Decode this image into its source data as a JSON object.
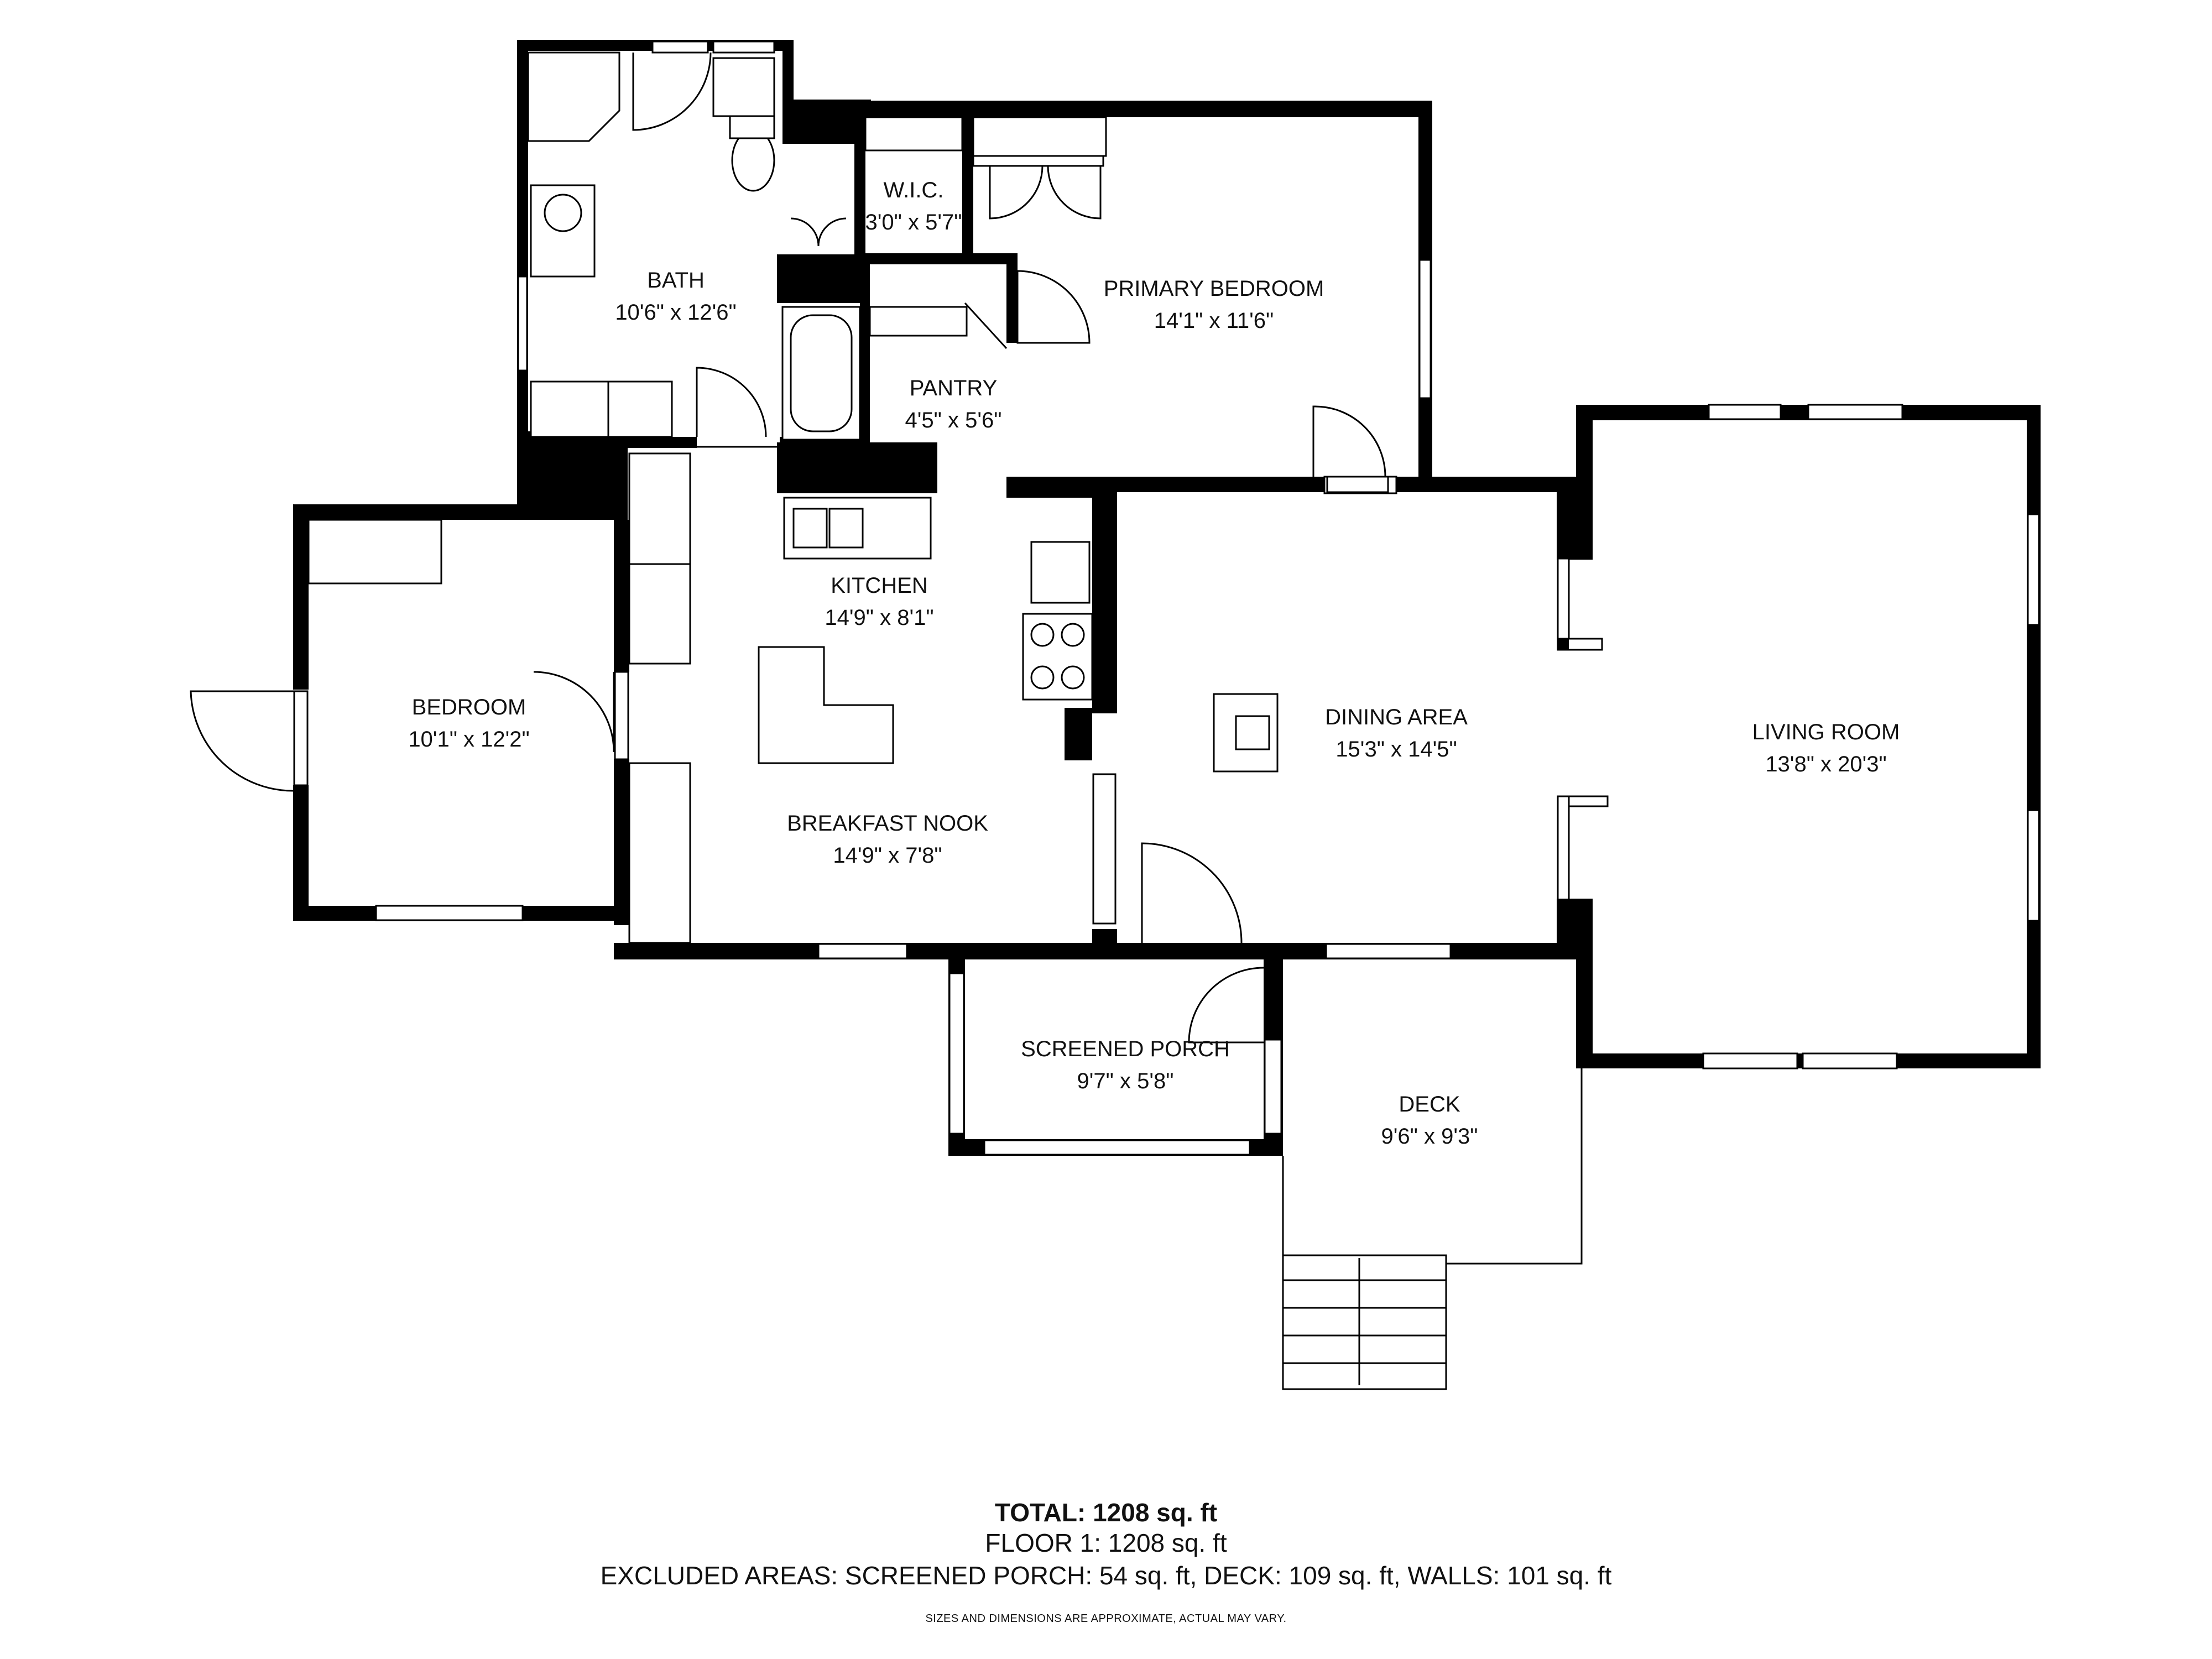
{
  "floorplan": {
    "rooms": [
      {
        "id": "bath",
        "name": "BATH",
        "dimensions": "10'6\" x 12'6\""
      },
      {
        "id": "wic",
        "name": "W.I.C.",
        "dimensions": "3'0\" x 5'7\""
      },
      {
        "id": "primary-bedroom",
        "name": "PRIMARY BEDROOM",
        "dimensions": "14'1\" x 11'6\""
      },
      {
        "id": "pantry",
        "name": "PANTRY",
        "dimensions": "4'5\" x 5'6\""
      },
      {
        "id": "kitchen",
        "name": "KITCHEN",
        "dimensions": "14'9\" x 8'1\""
      },
      {
        "id": "bedroom",
        "name": "BEDROOM",
        "dimensions": "10'1\" x 12'2\""
      },
      {
        "id": "breakfast-nook",
        "name": "BREAKFAST NOOK",
        "dimensions": "14'9\" x 7'8\""
      },
      {
        "id": "dining-area",
        "name": "DINING AREA",
        "dimensions": "15'3\" x 14'5\""
      },
      {
        "id": "living-room",
        "name": "LIVING ROOM",
        "dimensions": "13'8\" x 20'3\""
      },
      {
        "id": "screened-porch",
        "name": "SCREENED PORCH",
        "dimensions": "9'7\" x 5'8\""
      },
      {
        "id": "deck",
        "name": "DECK",
        "dimensions": "9'6\" x 9'3\""
      }
    ]
  },
  "summary": {
    "total": "TOTAL: 1208 sq. ft",
    "floor": "FLOOR 1: 1208 sq. ft",
    "excluded": "EXCLUDED AREAS: SCREENED PORCH: 54 sq. ft, DECK: 109 sq. ft, WALLS: 101 sq. ft",
    "disclaimer": "SIZES AND DIMENSIONS ARE APPROXIMATE, ACTUAL MAY VARY."
  }
}
